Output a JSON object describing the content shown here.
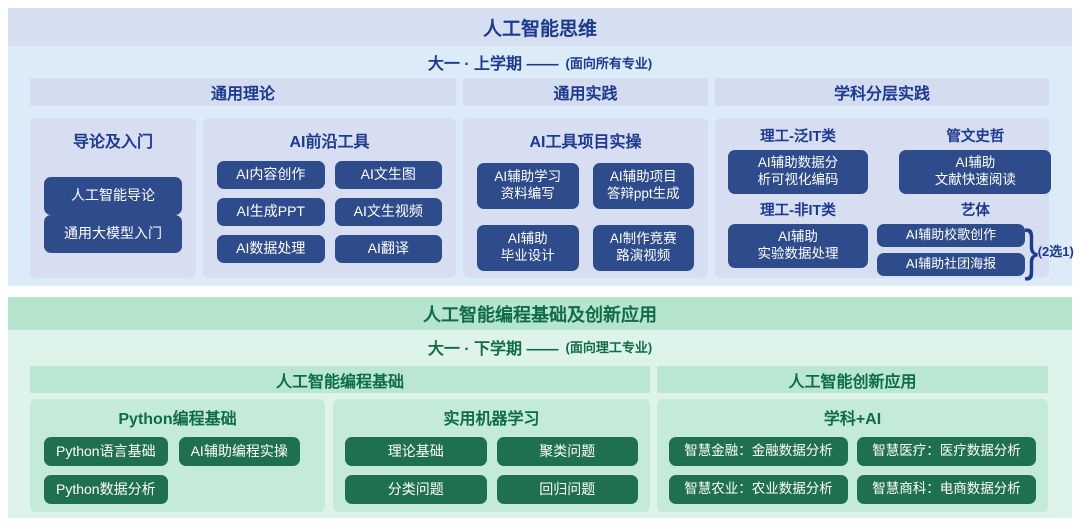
{
  "ai_thinking": {
    "title": "人工智能思维",
    "semester": "大一 · 上学期 ——",
    "audience": "(面向所有专业)",
    "col_headers": [
      "通用理论",
      "通用实践",
      "学科分层实践"
    ],
    "intro_panel": {
      "title": "导论及入门",
      "buttons": [
        "人工智能导论",
        "通用大模型入门"
      ]
    },
    "frontier_tools_panel": {
      "title": "AI前沿工具",
      "buttons": [
        "AI内容创作",
        "AI文生图",
        "AI生成PPT",
        "AI文生视频",
        "AI数据处理",
        "AI翻译"
      ]
    },
    "project_practice_panel": {
      "title": "AI工具项目实操",
      "buttons": [
        "AI辅助学习\n资料编写",
        "AI辅助项目\n答辩ppt生成",
        "AI辅助\n毕业设计",
        "AI制作竞赛\n路演视频"
      ]
    },
    "discipline_panel": {
      "groups": [
        {
          "label": "理工-泛IT类",
          "buttons": [
            "AI辅助数据分\n析可视化编码"
          ]
        },
        {
          "label": "管文史哲",
          "buttons": [
            "AI辅助\n文献快速阅读"
          ]
        },
        {
          "label": "理工-非IT类",
          "buttons": [
            "AI辅助\n实验数据处理"
          ]
        },
        {
          "label": "艺体",
          "buttons": [
            "AI辅助校歌创作",
            "AI辅助社团海报"
          ],
          "brace": "}",
          "choice_note": "(2选1)"
        }
      ]
    }
  },
  "ai_programming": {
    "title": "人工智能编程基础及创新应用",
    "semester": "大一 · 下学期 ——",
    "audience": "(面向理工专业)",
    "col_headers": [
      "人工智能编程基础",
      "人工智能创新应用"
    ],
    "python_panel": {
      "title": "Python编程基础",
      "buttons": [
        "Python语言基础",
        "AI辅助编程实操",
        "Python数据分析"
      ]
    },
    "ml_panel": {
      "title": "实用机器学习",
      "buttons": [
        "理论基础",
        "聚类问题",
        "分类问题",
        "回归问题"
      ]
    },
    "app_panel": {
      "title": "学科+AI",
      "buttons": [
        "智慧金融：金融数据分析",
        "智慧医疗：医疗数据分析",
        "智慧农业：农业数据分析",
        "智慧商科：电商数据分析"
      ]
    }
  },
  "colors": {
    "navy_button": "#2e4c8c",
    "navy_text": "#1c3a90",
    "green_button": "#1f7050",
    "green_text": "#0f6c49",
    "blue_panel_bg": "#d8def2",
    "green_panel_bg": "#c3ebd8"
  }
}
